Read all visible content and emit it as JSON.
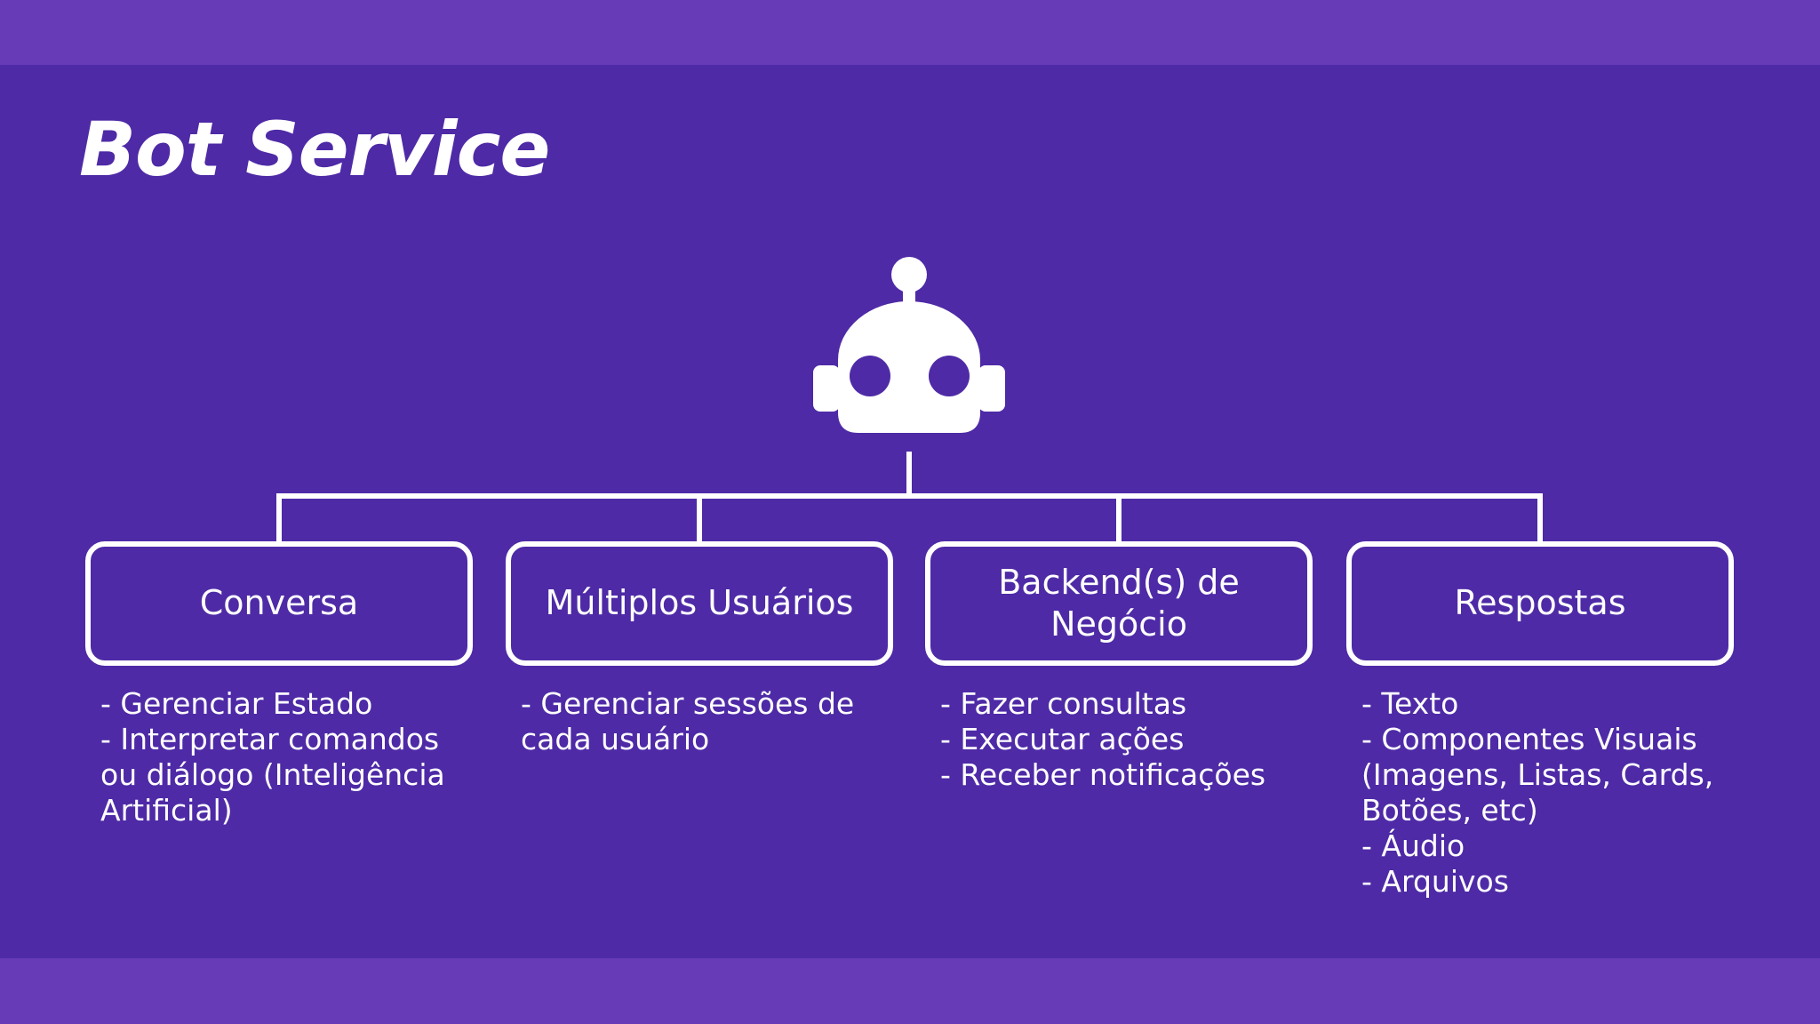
{
  "title": "Bot Service",
  "theme": {
    "background": "#4e2aa6",
    "band": "#673ab7",
    "foreground": "#ffffff"
  },
  "center_icon": "robot-icon",
  "nodes": [
    {
      "label": "Conversa",
      "description": "- Gerenciar Estado\n- Interpretar comandos ou diálogo (Inteligência Artificial)"
    },
    {
      "label": "Múltiplos Usuários",
      "description": "- Gerenciar sessões de cada usuário"
    },
    {
      "label": "Backend(s) de Negócio",
      "description": "- Fazer consultas\n- Executar ações\n- Receber notificações"
    },
    {
      "label": "Respostas",
      "description": "- Texto\n- Componentes Visuais (Imagens, Listas, Cards, Botões, etc)\n- Áudio\n- Arquivos"
    }
  ]
}
